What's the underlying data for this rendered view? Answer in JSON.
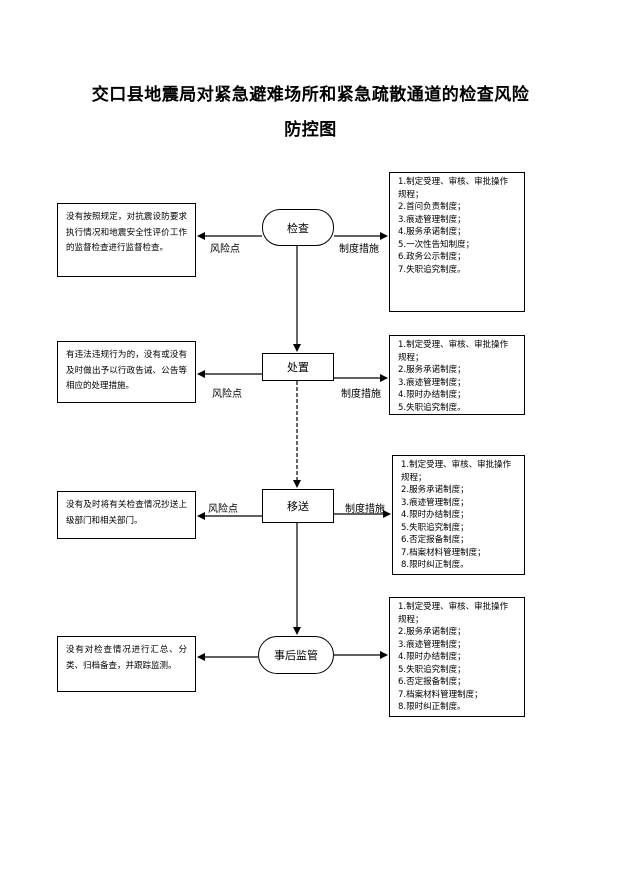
{
  "title": {
    "line1": "交口县地震局对紧急避难场所和紧急疏散通道的检查风险",
    "line2": "防控图"
  },
  "stages": [
    {
      "name": "检查",
      "risk_label": "风险点",
      "measure_label": "制度措施",
      "risk": "没有按照规定，对抗震设防要求执行情况和地震安全性评价工作的监督检查进行监督检查。",
      "measures": [
        "1.制定受理、审核、审批操作规程；",
        "2.首问负责制度；",
        "3.痕迹管理制度；",
        "4.服务承诺制度；",
        "5.一次性告知制度；",
        "6.政务公示制度；",
        "7.失职追究制度。"
      ]
    },
    {
      "name": "处置",
      "risk_label": "风险点",
      "measure_label": "制度措施",
      "risk": "有违法违规行为的，没有或没有及时做出予以行政告诫、公告等相应的处理措施。",
      "measures": [
        "1.制定受理、审核、审批操作规程；",
        "2.服务承诺制度；",
        "3.痕迹管理制度；",
        "4.限时办结制度；",
        "5.失职追究制度。"
      ]
    },
    {
      "name": "移送",
      "risk_label": "风险点",
      "measure_label": "制度措施",
      "risk": "没有及时将有关检查情况抄送上级部门和相关部门。",
      "measures": [
        "1.制定受理、审核、审批操作规程；",
        "2.服务承诺制度；",
        "3.痕迹管理制度；",
        "4.限时办结制度；",
        "5.失职追究制度；",
        "6.否定报备制度；",
        "7.档案材料管理制度；",
        "8.限时纠正制度。"
      ]
    },
    {
      "name": "事后监管",
      "risk_label": "",
      "measure_label": "",
      "risk": "没有对检查情况进行汇总、分类、归档备查，并跟踪监测。",
      "measures": [
        "1.制定受理、审核、审批操作规程；",
        "2.服务承诺制度；",
        "3.痕迹管理制度；",
        "4.限时办结制度；",
        "5.失职追究制度；",
        "6.否定报备制度；",
        "7.档案材料管理制度；",
        "8.限时纠正制度。"
      ]
    }
  ]
}
